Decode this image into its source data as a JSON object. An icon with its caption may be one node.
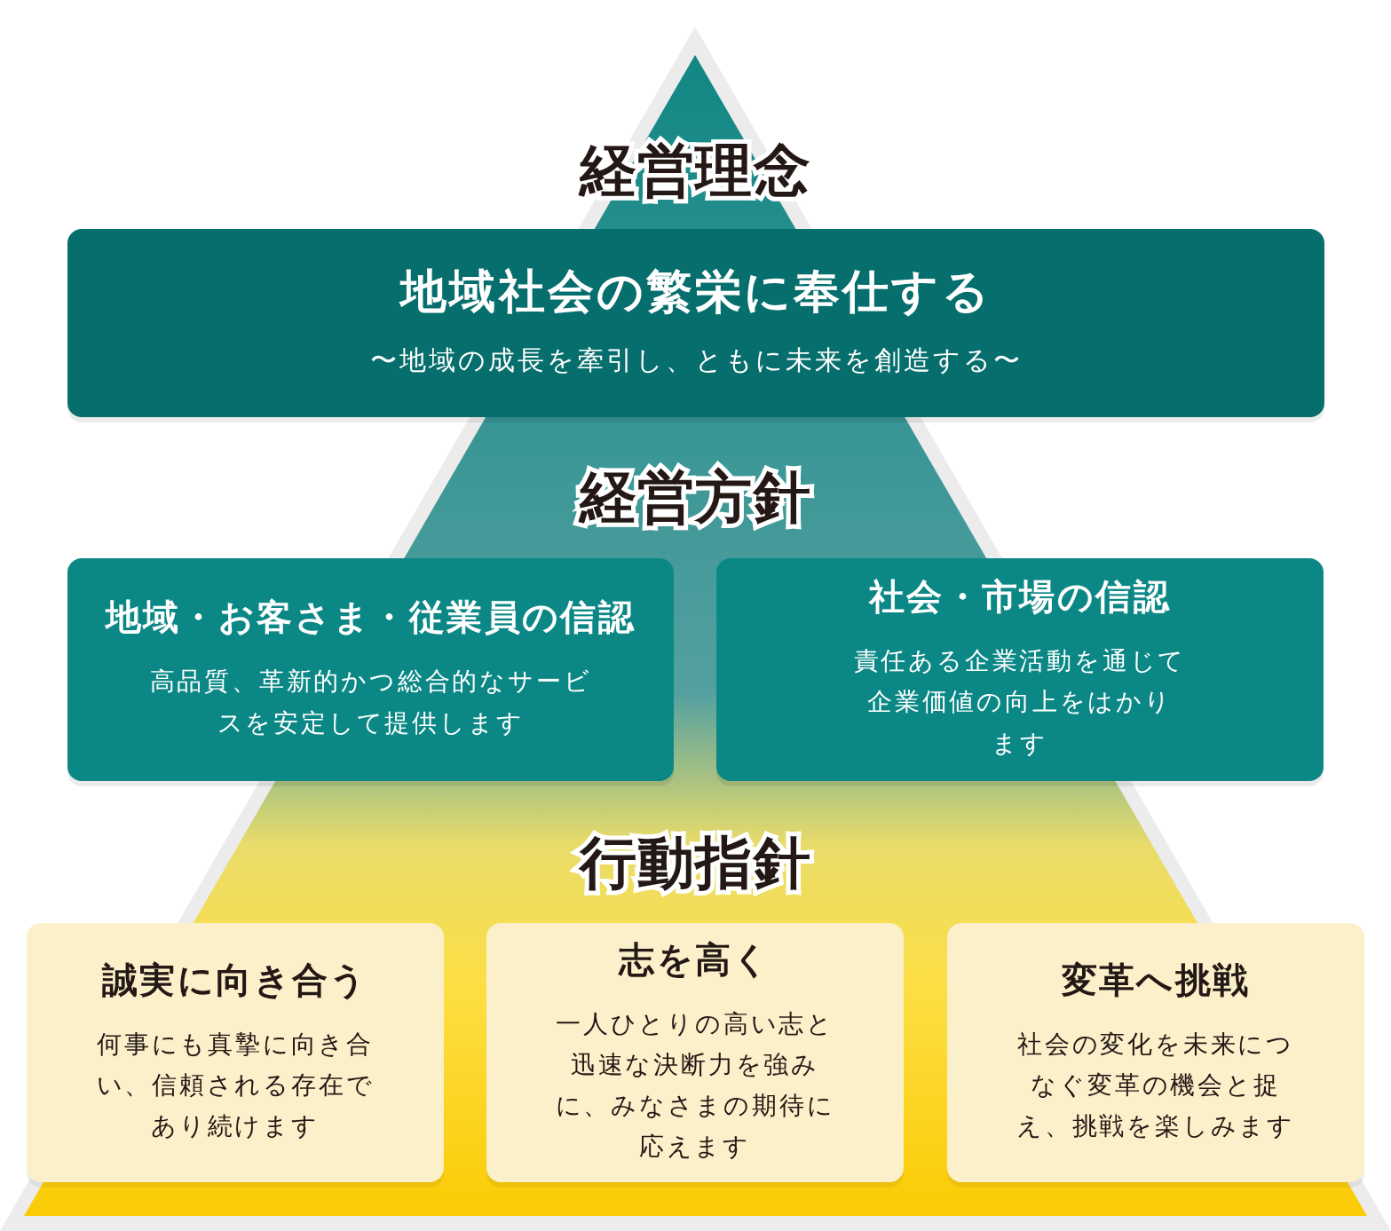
{
  "diagram": {
    "nodes": [
      {
        "text": [
          "地域社会の繁栄に奉仕する",
          "〜地域の成長を牽引し、ともに未来を創造する〜"
        ]
      },
      {
        "text": [
          "地域・お客さま・従業員の信認",
          "高品質、革新的かつ総合的なサービスを安定して提供します"
        ]
      },
      {
        "text": [
          "社会・市場の信認",
          "責任ある企業活動を通じて企業価値の向上をはかります"
        ]
      },
      {
        "text": [
          "誠実に向き合う",
          "何事にも真摯に向き合い、信頼される存在であり続けます"
        ]
      },
      {
        "text": [
          "志を高く",
          "一人ひとりの高い志と迅速な決断力を強みに、みなさまの期待に応えます"
        ]
      },
      {
        "text": [
          "変革へ挑戦",
          "社会の変化を未来につなぐ変革の機会と捉え、挑戦を楽しみます"
        ]
      }
    ],
    "edges": [],
    "labels": [
      "経営理念",
      "経営方針",
      "行動指針"
    ]
  }
}
